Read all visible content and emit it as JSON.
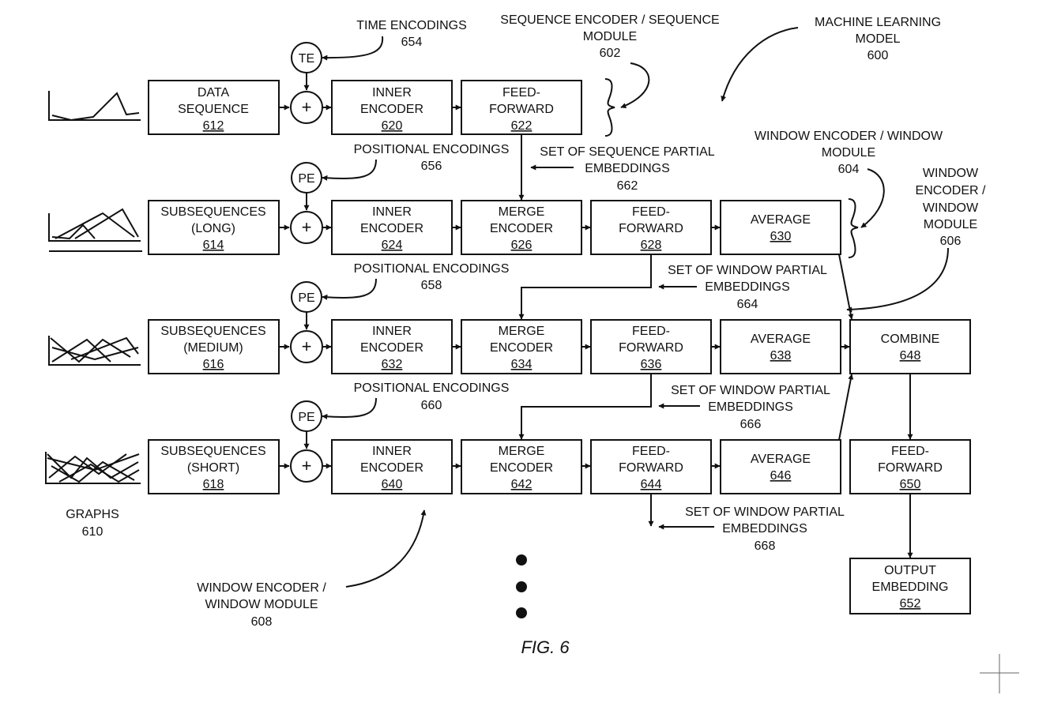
{
  "boxes": {
    "b612": {
      "line1": "DATA",
      "line2": "SEQUENCE",
      "ref": "612"
    },
    "b620": {
      "line1": "INNER",
      "line2": "ENCODER",
      "ref": "620"
    },
    "b622": {
      "line1": "FEED-",
      "line2": "FORWARD",
      "ref": "622"
    },
    "b614": {
      "line1": "SUBSEQUENCES",
      "line2": "(LONG)",
      "ref": "614"
    },
    "b624": {
      "line1": "INNER",
      "line2": "ENCODER",
      "ref": "624"
    },
    "b626": {
      "line1": "MERGE",
      "line2": "ENCODER",
      "ref": "626"
    },
    "b628": {
      "line1": "FEED-",
      "line2": "FORWARD",
      "ref": "628"
    },
    "b630": {
      "line1": "AVERAGE",
      "ref": "630"
    },
    "b616": {
      "line1": "SUBSEQUENCES",
      "line2": "(MEDIUM)",
      "ref": "616"
    },
    "b632": {
      "line1": "INNER",
      "line2": "ENCODER",
      "ref": "632"
    },
    "b634": {
      "line1": "MERGE",
      "line2": "ENCODER",
      "ref": "634"
    },
    "b636": {
      "line1": "FEED-",
      "line2": "FORWARD",
      "ref": "636"
    },
    "b638": {
      "line1": "AVERAGE",
      "ref": "638"
    },
    "b648": {
      "line1": "COMBINE",
      "ref": "648"
    },
    "b618": {
      "line1": "SUBSEQUENCES",
      "line2": "(SHORT)",
      "ref": "618"
    },
    "b640": {
      "line1": "INNER",
      "line2": "ENCODER",
      "ref": "640"
    },
    "b642": {
      "line1": "MERGE",
      "line2": "ENCODER",
      "ref": "642"
    },
    "b644": {
      "line1": "FEED-",
      "line2": "FORWARD",
      "ref": "644"
    },
    "b646": {
      "line1": "AVERAGE",
      "ref": "646"
    },
    "b650": {
      "line1": "FEED-",
      "line2": "FORWARD",
      "ref": "650"
    },
    "b652": {
      "line1": "OUTPUT",
      "line2": "EMBEDDING",
      "ref": "652"
    }
  },
  "circles": {
    "te": "TE",
    "pe1": "PE",
    "pe2": "PE",
    "pe3": "PE",
    "plus": "+"
  },
  "labels": {
    "time_enc": {
      "line1": "TIME ENCODINGS",
      "ref": "654"
    },
    "seq_encoder": {
      "line1": "SEQUENCE ENCODER / SEQUENCE",
      "line2": "MODULE",
      "ref": "602"
    },
    "ml_model": {
      "line1": "MACHINE LEARNING",
      "line2": "MODEL",
      "ref": "600"
    },
    "pos_enc_656": {
      "line1": "POSITIONAL ENCODINGS",
      "ref": "656"
    },
    "seq_partial": {
      "line1": "SET OF SEQUENCE PARTIAL",
      "line2": "EMBEDDINGS",
      "ref": "662"
    },
    "win_enc_604": {
      "line1": "WINDOW ENCODER / WINDOW",
      "line2": "MODULE",
      "ref": "604"
    },
    "win_enc_606": {
      "line1": "WINDOW",
      "line2": "ENCODER /",
      "line3": "WINDOW",
      "line4": "MODULE",
      "ref": "606"
    },
    "pos_enc_658": {
      "line1": "POSITIONAL ENCODINGS",
      "ref": "658"
    },
    "win_partial_664": {
      "line1": "SET OF WINDOW PARTIAL",
      "line2": "EMBEDDINGS",
      "ref": "664"
    },
    "pos_enc_660": {
      "line1": "POSITIONAL ENCODINGS",
      "ref": "660"
    },
    "win_partial_666": {
      "line1": "SET OF WINDOW PARTIAL",
      "line2": "EMBEDDINGS",
      "ref": "666"
    },
    "win_partial_668": {
      "line1": "SET OF WINDOW PARTIAL",
      "line2": "EMBEDDINGS",
      "ref": "668"
    },
    "graphs": {
      "line1": "GRAPHS",
      "ref": "610"
    },
    "win_enc_608": {
      "line1": "WINDOW ENCODER /",
      "line2": "WINDOW MODULE",
      "ref": "608"
    },
    "fig": "FIG. 6"
  }
}
